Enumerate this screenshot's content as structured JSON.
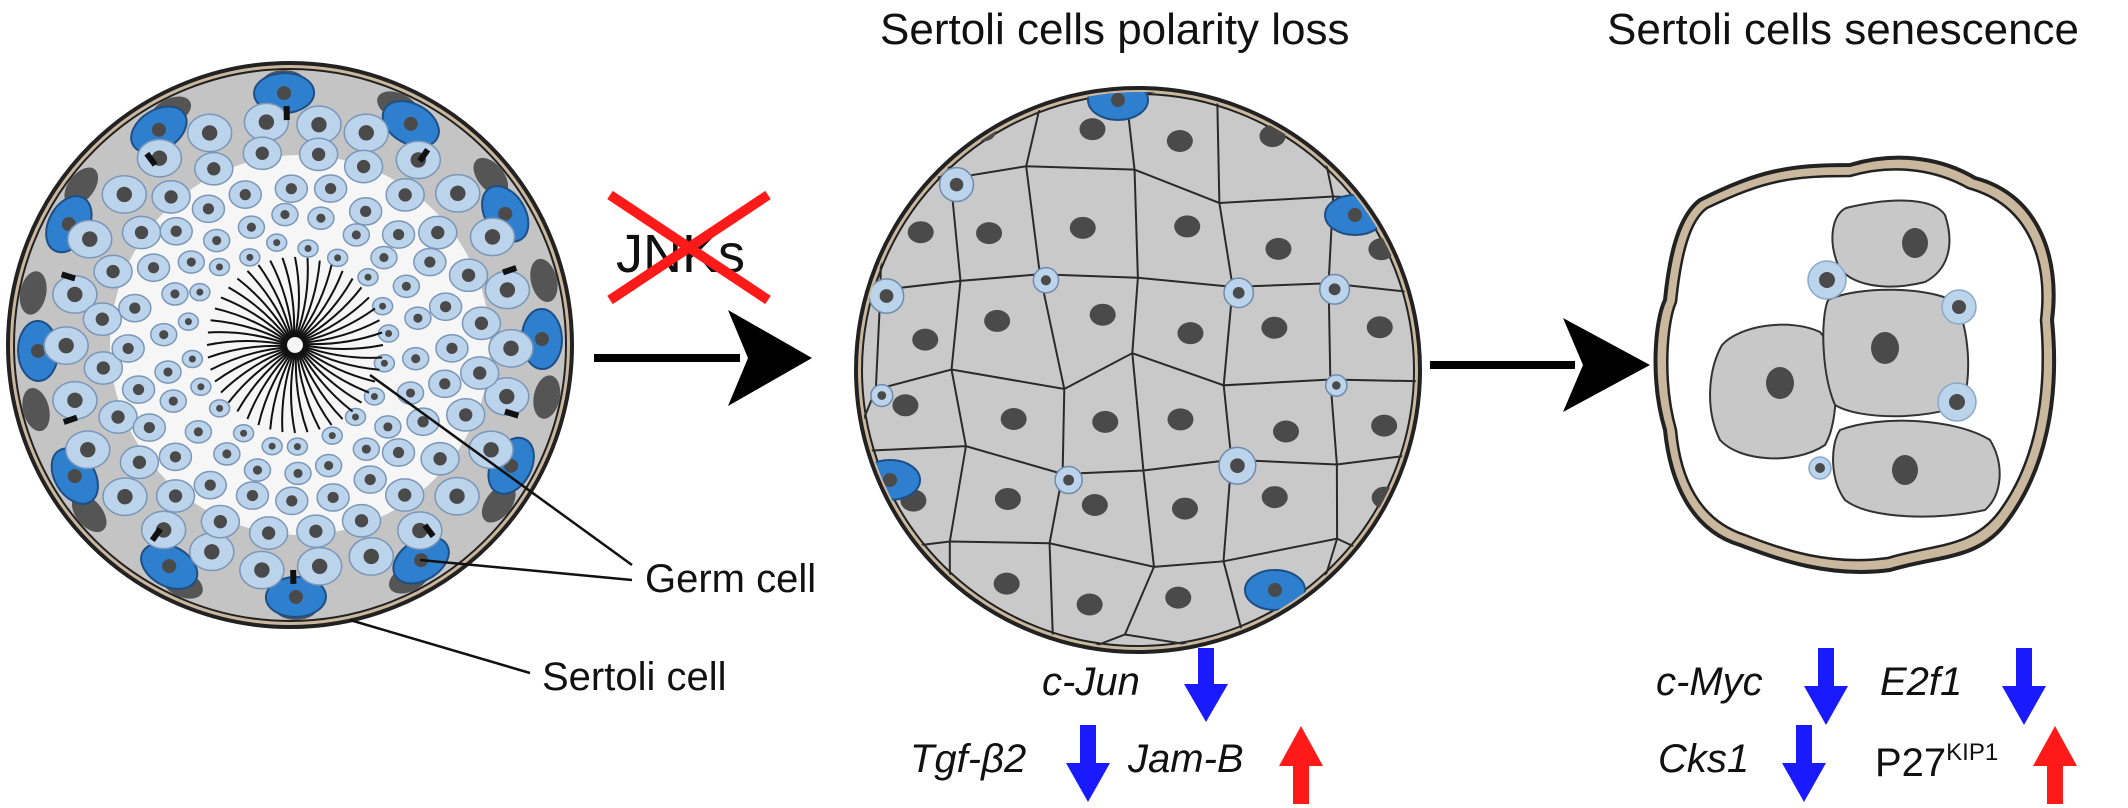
{
  "panels": {
    "middle_title": "Sertoli cells polarity loss",
    "right_title": "Sertoli cells senescence"
  },
  "left_labels": {
    "germ_cell": "Germ cell",
    "sertoli_cell": "Sertoli cell"
  },
  "inhibitor": {
    "text": "JNKs",
    "status": "knocked out (red X)"
  },
  "middle_genes": [
    {
      "name": "c-Jun",
      "change": "down"
    },
    {
      "name": "Tgf-β2",
      "change": "down"
    },
    {
      "name": "Jam-B",
      "change": "up"
    }
  ],
  "right_genes": [
    {
      "name": "c-Myc",
      "change": "down"
    },
    {
      "name": "E2f1",
      "change": "down"
    },
    {
      "name": "Cks1",
      "change": "down"
    },
    {
      "name": "P27",
      "sup": "KIP1",
      "change": "up"
    }
  ],
  "colors": {
    "down_arrow": "#1a1aff",
    "up_arrow": "#ff1a1a",
    "sertoli_fill": "#c8c8c8",
    "germ_light": "#bcd3ec",
    "basal_blue": "#2f7fcf",
    "nucleus": "#4a4a4a",
    "tubule_border": "#b8a68f",
    "cross": "#ff1a1a"
  }
}
